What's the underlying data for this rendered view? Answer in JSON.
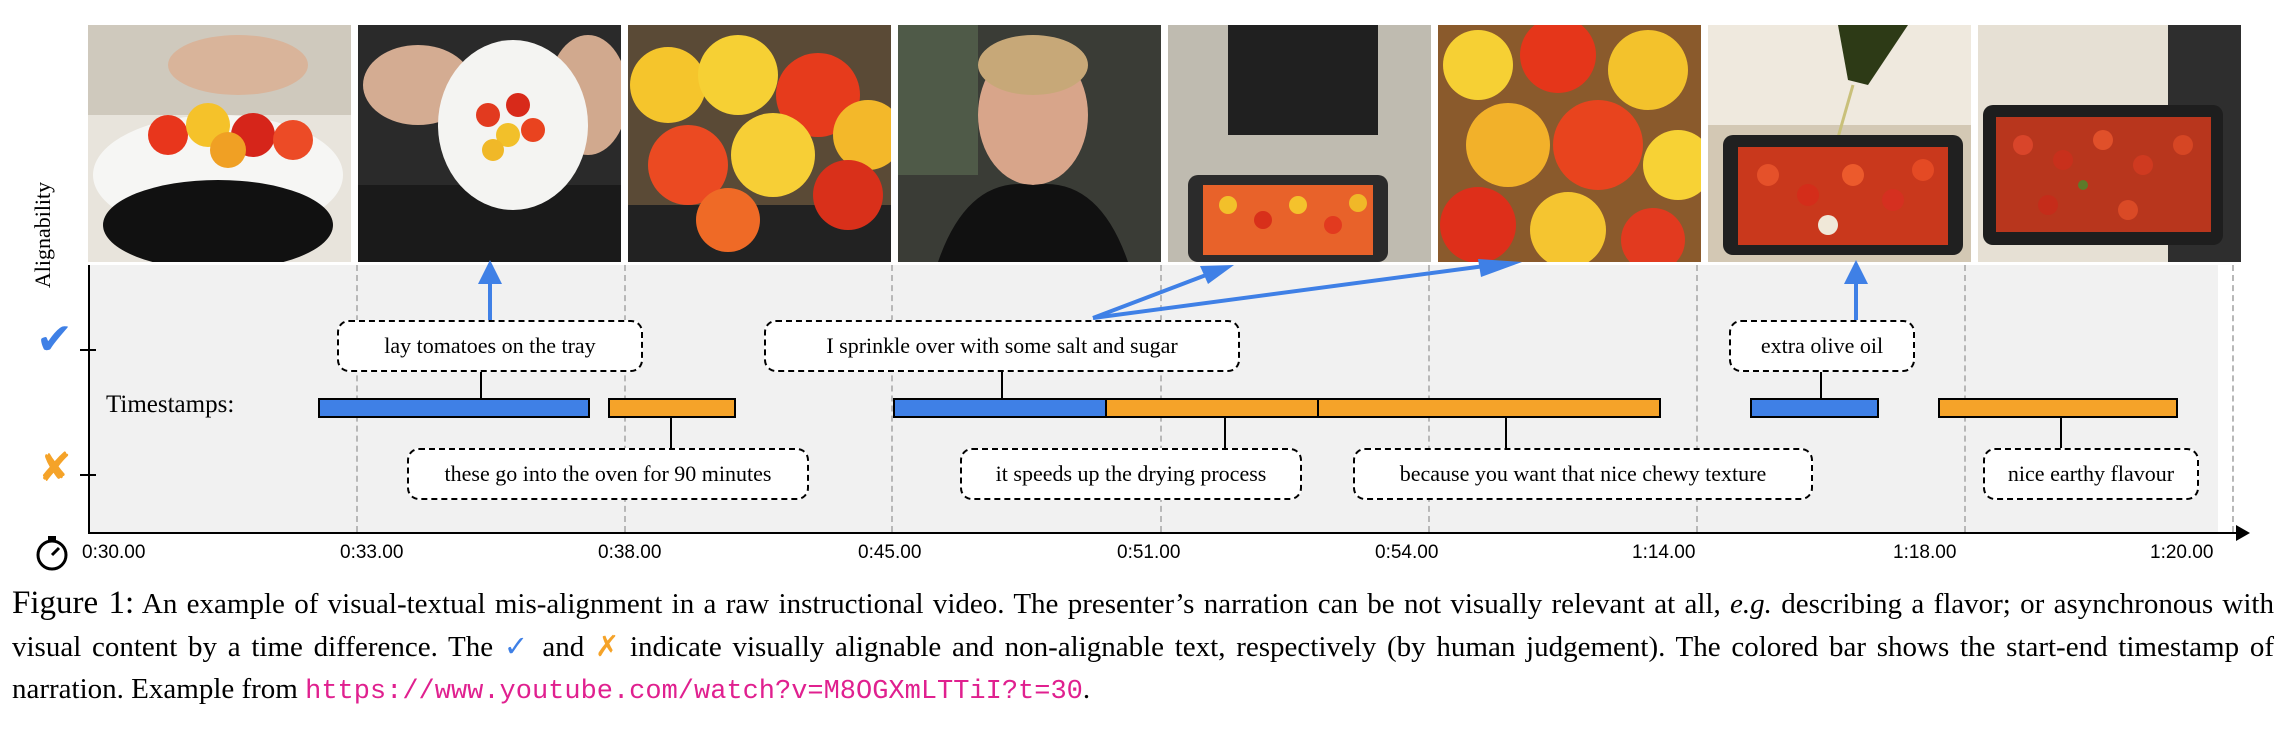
{
  "figure": {
    "ylabel": "Alignability",
    "timestamps_label": "Timestamps:",
    "frames": [
      {
        "icon": "tomatoes-in-bowl-image"
      },
      {
        "icon": "pouring-tomatoes-image"
      },
      {
        "icon": "tomato-closeup-image"
      },
      {
        "icon": "presenter-face-image"
      },
      {
        "icon": "tray-of-tomatoes-image"
      },
      {
        "icon": "salted-tomatoes-image"
      },
      {
        "icon": "olive-oil-pour-image"
      },
      {
        "icon": "roasted-tray-image"
      }
    ],
    "time_ticks": [
      "0:30.00",
      "0:33.00",
      "0:38.00",
      "0:45.00",
      "0:51.00",
      "0:54.00",
      "1:14.00",
      "1:18.00",
      "1:20.00"
    ],
    "alignable_narrations": [
      "lay tomatoes on the tray",
      "I sprinkle over with some salt and sugar",
      "extra olive oil"
    ],
    "nonalignable_narrations": [
      "these go into the oven for 90 minutes",
      "it speeds up the drying process",
      "because you want that nice chewy texture",
      "nice earthy flavour"
    ],
    "colors": {
      "alignable": "#3f80e6",
      "nonalignable": "#f5a329",
      "url": "#e0208f"
    }
  },
  "caption": {
    "figure_number": "Figure 1:",
    "part1": " An example of visual-textual mis-alignment in a raw instructional video. The presenter’s narration can be not visually relevant at all, ",
    "eg": "e.g.",
    "part2": " describing a flavor; or asynchronous with visual content by a time difference. The ",
    "check": "✓",
    "and": " and ",
    "cross": "✗",
    "part3": " indicate visually alignable and non-alignable text, respectively (by human judgement). The colored bar shows the start-end timestamp of narration. Example from ",
    "url": "https://www.youtube.com/watch?v=M8OGXmLTTiI?t=30",
    "end": "."
  }
}
